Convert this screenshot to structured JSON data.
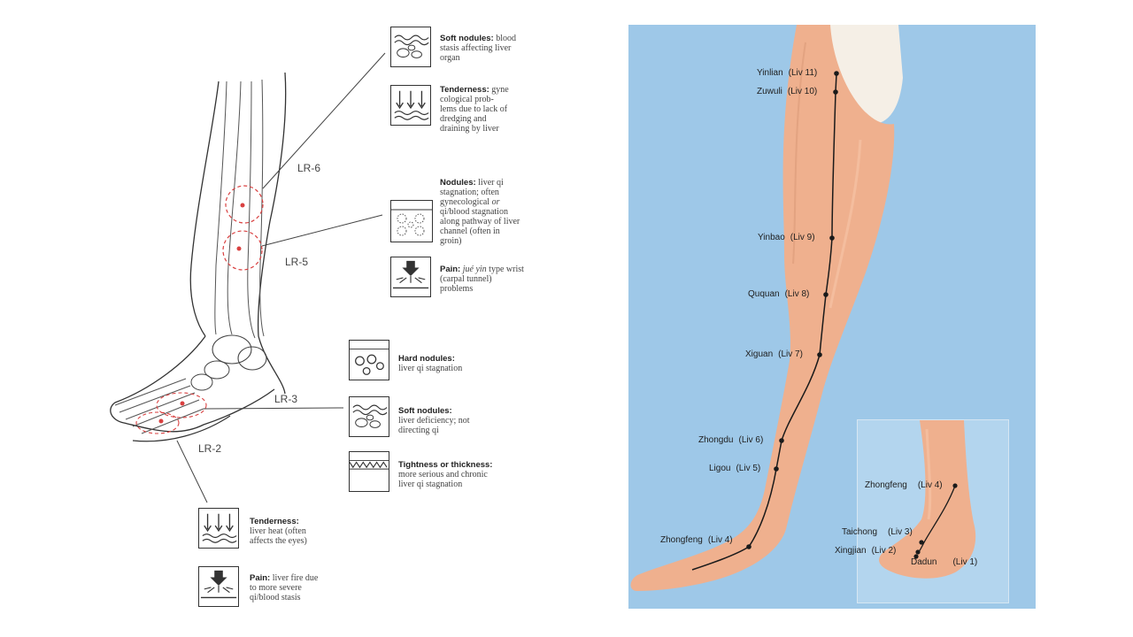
{
  "chart_labels": {
    "lr6": "LR-6",
    "lr5": "LR-5",
    "lr3": "LR-3",
    "lr2": "LR-2"
  },
  "findings": [
    {
      "title": "Soft nodules:",
      "text": "blood stasis affecting liver organ",
      "icon": "soft-nodules-icon"
    },
    {
      "title": "Tenderness:",
      "text": "gyne cological prob- lems due to lack of dredging and draining by liver",
      "icon": "tenderness-icon"
    },
    {
      "title": "Nodules:",
      "text_before": "liver qi stagnation; often gynecological",
      "text_italic": "or",
      "text_after": "qi/blood stagnation along pathway of liver channel (often in groin)",
      "icon": "nodules-icon"
    },
    {
      "title": "Pain:",
      "text_italic": "jué yin",
      "text_after": "type wrist (carpal tunnel) problems",
      "icon": "pain-icon"
    },
    {
      "title": "Hard nodules:",
      "text": "liver qi stagnation",
      "icon": "hard-nodules-icon"
    },
    {
      "title": "Soft nodules:",
      "text": "liver deficiency; not directing qi",
      "icon": "soft-nodules-icon"
    },
    {
      "title": "Tightness or thickness:",
      "text": "more serious and chronic liver qi stagnation",
      "icon": "tightness-icon"
    },
    {
      "title": "Tenderness:",
      "text": "liver heat (often affects the eyes)",
      "icon": "tenderness-icon"
    },
    {
      "title": "Pain:",
      "text": "liver fire due to more severe qi/blood stasis",
      "icon": "pain-icon"
    }
  ],
  "points": [
    {
      "name": "Yinlian",
      "code": "(Liv 11)"
    },
    {
      "name": "Zuwuli",
      "code": "(Liv 10)"
    },
    {
      "name": "Yinbao",
      "code": "(Liv 9)"
    },
    {
      "name": "Ququan",
      "code": "(Liv 8)"
    },
    {
      "name": "Xiguan",
      "code": "(Liv 7)"
    },
    {
      "name": "Zhongdu",
      "code": "(Liv 6)"
    },
    {
      "name": "Ligou",
      "code": "(Liv 5)"
    },
    {
      "name": "Zhongfeng",
      "code": "(Liv 4)"
    }
  ],
  "inset_points": [
    {
      "name": "Zhongfeng",
      "code": "(Liv 4)"
    },
    {
      "name": "Taichong",
      "code": "(Liv 3)"
    },
    {
      "name": "Xingjian",
      "code": "(Liv 2)"
    },
    {
      "name": "Dadun",
      "code": "(Liv 1)"
    }
  ],
  "colors": {
    "channel": "#1a1a1a",
    "marker": "#d94040",
    "background_blue": "#9ec8e8",
    "skin": "#efb08e"
  }
}
